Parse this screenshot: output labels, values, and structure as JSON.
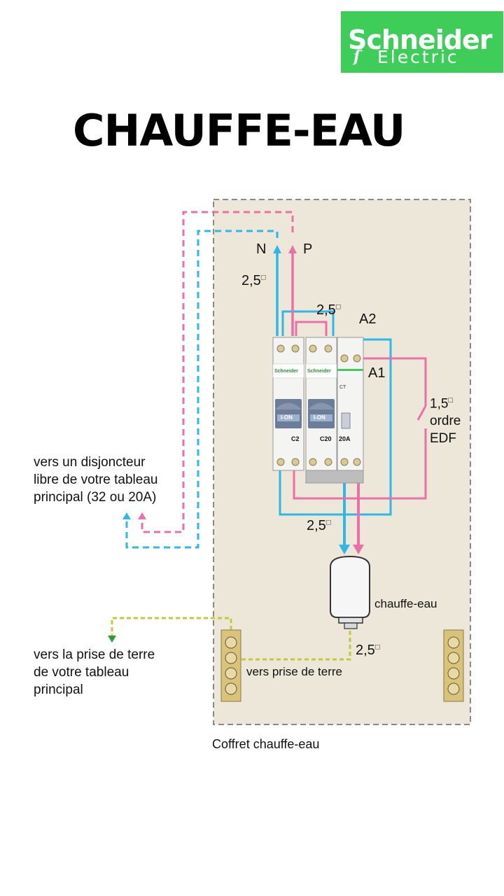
{
  "logo": {
    "brand": "Schneider",
    "subtitle": "Electric"
  },
  "title": "CHAUFFE-EAU",
  "labels": {
    "neutral": "N",
    "phase": "P",
    "section_top": "2,5",
    "section_breakers": "2,5",
    "contactor_a2": "A2",
    "contactor_a1": "A1",
    "edf_section": "1,5",
    "edf_line1": "ordre",
    "edf_line2": "EDF",
    "to_breaker": "vers un disjoncteur\nlibre de votre tableau\nprincipal (32 ou 20A)",
    "section_out": "2,5",
    "water_heater": "chauffe-eau",
    "section_earth": "2,5",
    "to_earth": "vers la prise de terre\nde votre tableau\nprincipal",
    "earth_bar": "vers prise de terre",
    "box_caption": "Coffret chauffe-eau"
  },
  "modules": {
    "brand": "Schneider",
    "breaker1_lever": "I-ON",
    "breaker1_rating": "C2",
    "breaker2_lever": "I-ON",
    "breaker2_rating": "C20",
    "contactor_type": "CT",
    "contactor_rating": "20A"
  },
  "colors": {
    "neutral": "#2fb7e6",
    "phase": "#ec6fa8",
    "earth": "#c4c83a",
    "box_fill": "#ece7d8",
    "logo_green": "#3dcd58"
  }
}
